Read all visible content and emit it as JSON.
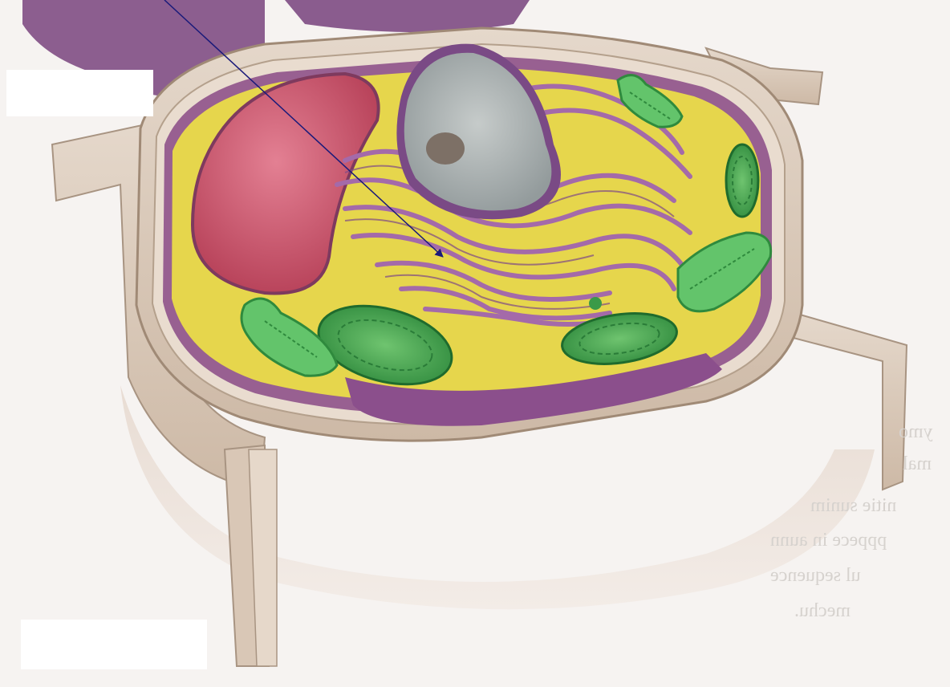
{
  "figure": {
    "subject": "plant cell cross-section",
    "structures": [
      {
        "name": "cell wall",
        "color": "#d8c6b4"
      },
      {
        "name": "central vacuole",
        "color": "#c74f65"
      },
      {
        "name": "nucleus",
        "color": "#a9b0b0"
      },
      {
        "name": "nucleolus",
        "color": "#7d7066"
      },
      {
        "name": "endoplasmic reticulum",
        "color": "#a46aa9"
      },
      {
        "name": "cytoplasm",
        "color": "#e4d44a"
      },
      {
        "name": "chloroplast",
        "color": "#49a552"
      },
      {
        "name": "mitochondrion",
        "color": "#63c46b"
      },
      {
        "name": "cell membrane",
        "color": "#8a4a86"
      }
    ],
    "pointer_color": "#1a1a7a"
  },
  "labels": {
    "top_box": "",
    "bottom_box": ""
  },
  "bleed_through_text": {
    "lines": [
      "ymo",
      "mal",
      "nitie sunim",
      "pppece in aunn",
      "ul sequence",
      "mechu."
    ]
  }
}
